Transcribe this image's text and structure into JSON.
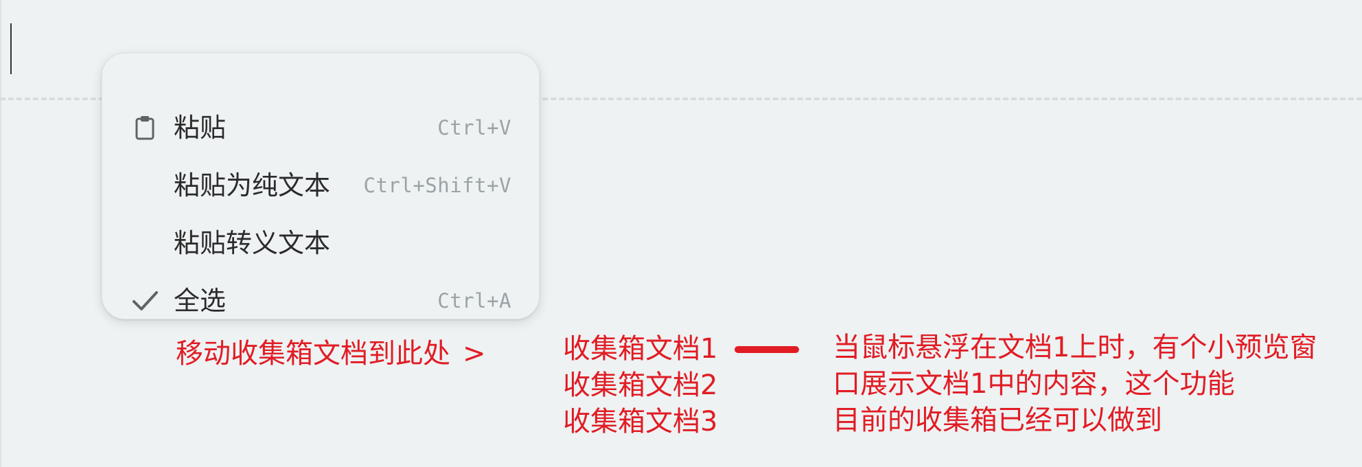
{
  "context_menu": {
    "items": [
      {
        "label": "粘贴",
        "shortcut": "Ctrl+V",
        "icon": "clipboard-icon"
      },
      {
        "label": "粘贴为纯文本",
        "shortcut": "Ctrl+Shift+V"
      },
      {
        "label": "粘贴转义文本",
        "shortcut": ""
      },
      {
        "label": "全选",
        "shortcut": "Ctrl+A",
        "icon": "checkmark-icon"
      }
    ]
  },
  "annotations": {
    "move_label": "移动收集箱文档到此处",
    "move_arrow": ">",
    "inbox_docs": [
      "收集箱文档1",
      "收集箱文档2",
      "收集箱文档3"
    ],
    "note_lines": [
      "当鼠标悬浮在文档1上时，有个小预览窗",
      "口展示文档1中的内容，这个功能",
      "目前的收集箱已经可以做到"
    ],
    "color": "#e11c24"
  },
  "colors": {
    "background": "#eef2f3",
    "menu_text": "#2b2b2b",
    "shortcut_text": "#9aa3a6"
  }
}
